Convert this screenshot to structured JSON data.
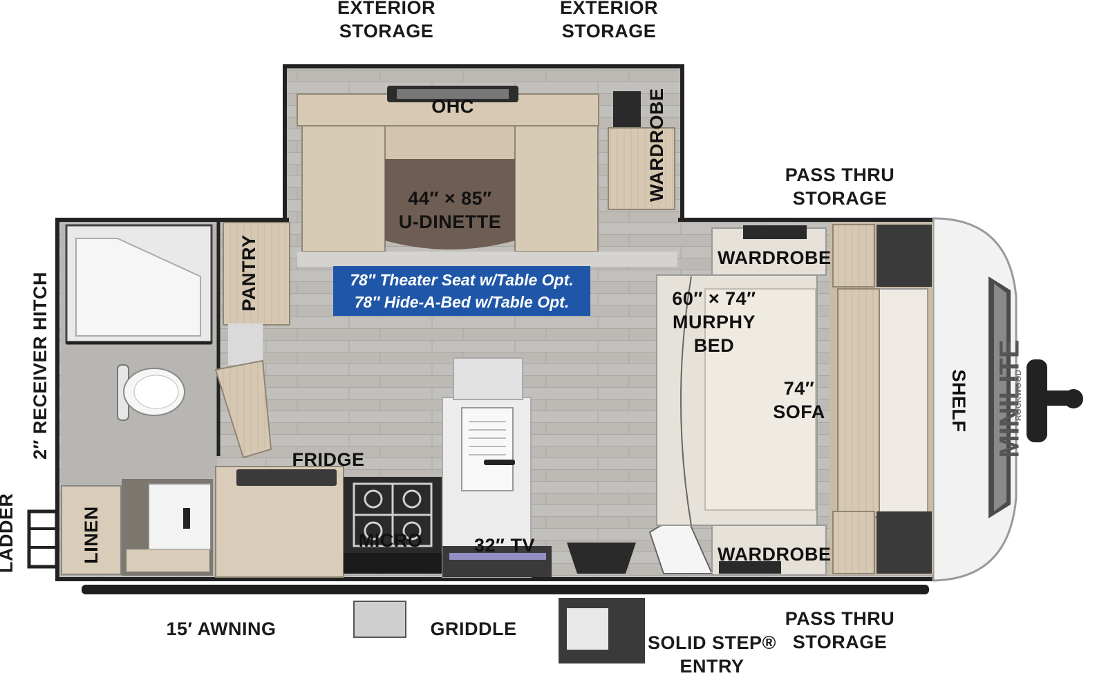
{
  "labels": {
    "ext_storage_left": [
      "EXTERIOR",
      "STORAGE"
    ],
    "ext_storage_right": [
      "EXTERIOR",
      "STORAGE"
    ],
    "pass_thru_top": [
      "PASS THRU",
      "STORAGE"
    ],
    "pass_thru_bottom": [
      "PASS THRU",
      "STORAGE"
    ],
    "ohc": "OHC",
    "dinette": [
      "44″ × 85″",
      "U-DINETTE"
    ],
    "wardrobe_slide": "WARDROBE",
    "wardrobe_front_top": "WARDROBE",
    "wardrobe_front_bottom": "WARDROBE",
    "pantry": "PANTRY",
    "murphy_bed": [
      "60″ × 74″",
      "MURPHY",
      "BED"
    ],
    "sofa": [
      "74″",
      "SOFA"
    ],
    "shelf": "SHELF",
    "fridge": "FRIDGE",
    "micro": "MICRO",
    "tv": "32″ TV",
    "linen": "LINEN",
    "receiver_hitch": "2″ RECEIVER HITCH",
    "ladder": "LADDER",
    "awning": "15′ AWNING",
    "griddle": "GRIDDLE",
    "entry": [
      "SOLID STEP®",
      "ENTRY"
    ]
  },
  "option_note": [
    "78″ Theater Seat w/Table Opt.",
    "78″ Hide-A-Bed w/Table Opt."
  ],
  "brand": {
    "name": "MINILITE",
    "maker": "ROCKWOOD"
  },
  "colors": {
    "floor": "#bdbbb7",
    "wall": "#2b2b2b",
    "cabinet": "#d8cbb8",
    "cushion": "#e6e1d8",
    "table": "#6e5d52",
    "option_badge": "#1f56a8",
    "cap": "#f4f4f4"
  }
}
